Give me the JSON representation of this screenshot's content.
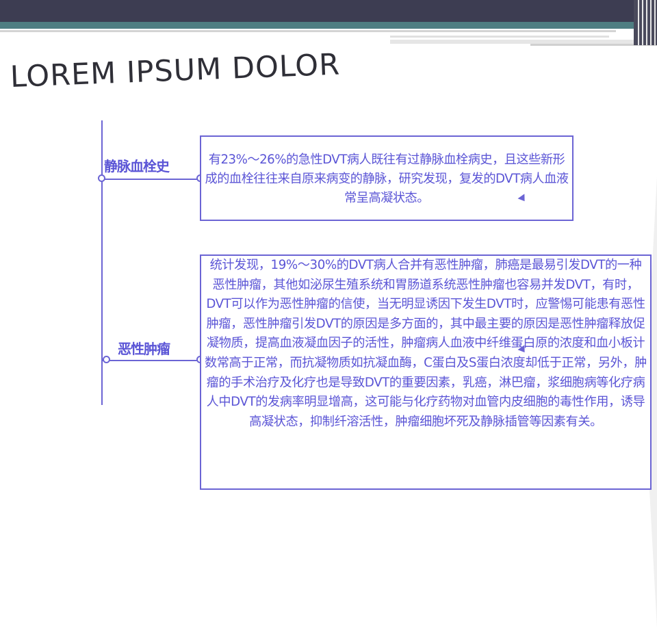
{
  "title": "LOREM IPSUM DOLOR",
  "items": [
    {
      "label": "静脉血栓史",
      "text": "有23%～26%的急性DVT病人既往有过静脉血栓病史，且这些新形成的血栓往往来自原来病变的静脉，研究发现，复发的DVT病人血液常呈高凝状态。"
    },
    {
      "label": "恶性肿瘤",
      "text": "统计发现，19%～30%的DVT病人合并有恶性肿瘤，肺癌是最易引发DVT的一种恶性肿瘤，其他如泌尿生殖系统和胃肠道系统恶性肿瘤也容易并发DVT，有时，DVT可以作为恶性肿瘤的信使，当无明显诱因下发生DVT时，应警惕可能患有恶性肿瘤，恶性肿瘤引发DVT的原因是多方面的，其中最主要的原因是恶性肿瘤释放促凝物质，提高血液凝血因子的活性，肿瘤病人血液中纤维蛋白原的浓度和血小板计数常高于正常，而抗凝物质如抗凝血酶，C蛋白及S蛋白浓度却低于正常，另外，肿瘤的手术治疗及化疗也是导致DVT的重要因素，乳癌，淋巴瘤，浆细胞病等化疗病人中DVT的发病率明显增高，这可能与化疗药物对血管内皮细胞的毒性作用，诱导高凝状态，抑制纤溶活性，肿瘤细胞坏死及静脉插管等因素有关。"
    }
  ]
}
